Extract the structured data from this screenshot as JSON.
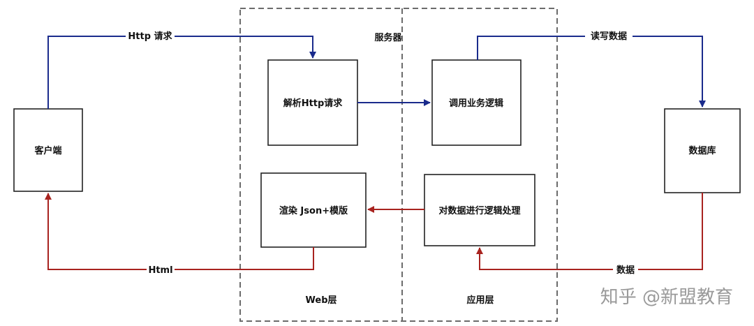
{
  "regions": {
    "server": "服务器",
    "web_layer": "Web层",
    "app_layer": "应用层"
  },
  "nodes": {
    "client": "客户端",
    "parse": "解析Http请求",
    "invoke": "调用业务逻辑",
    "database": "数据库",
    "render": "渲染 Json+模版",
    "process": "对数据进行逻辑处理"
  },
  "edges": {
    "http_request": "Http 请求",
    "read_write": "读写数据",
    "data": "数据",
    "html": "Html"
  },
  "colors": {
    "request_flow": "#1a2b8c",
    "response_flow": "#a8231f"
  },
  "watermark": "知乎 @新盟教育"
}
